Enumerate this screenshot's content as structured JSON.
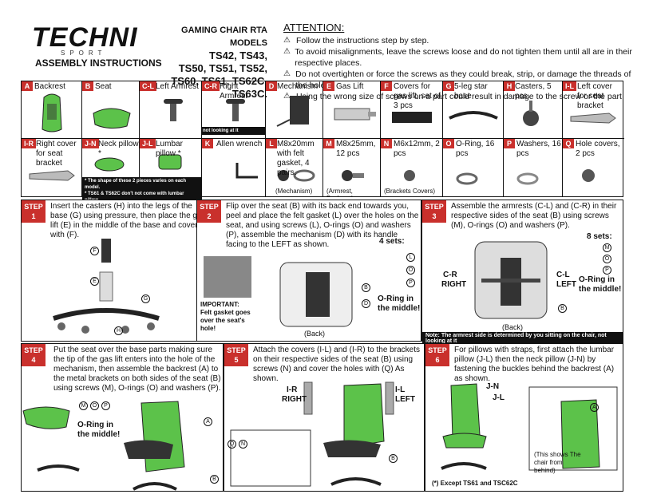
{
  "header": {
    "logo_main": "TECHNI",
    "logo_sub": "SPORT",
    "assembly": "ASSEMBLY INSTRUCTIONS",
    "models_label": "GAMING CHAIR RTA MODELS",
    "models_lines": [
      "TS42, TS43,",
      "TS50, TS51, TS52,",
      "TS60, TS61, TS62C, TS63C."
    ],
    "attention_title": "ATTENTION:",
    "attention_items": [
      "Follow the instructions step by step.",
      "To avoid misalignments, leave the screws loose and do not tighten them until all are in their respective places.",
      "Do not overtighten or force the screws as they could break, strip, or damage the threads of the holes.",
      "Using the wrong size of screws on a part could result in damage to the screw or the part."
    ]
  },
  "parts": {
    "row1": [
      {
        "tag": "A",
        "name": "Backrest"
      },
      {
        "tag": "B",
        "name": "Seat"
      },
      {
        "tag": "C-L",
        "name": "Left Armrest"
      },
      {
        "tag": "C-R",
        "name": "Right Armrest"
      },
      {
        "tag": "D",
        "name": "Mechanism"
      },
      {
        "tag": "E",
        "name": "Gas Lift"
      },
      {
        "tag": "F",
        "name": "Covers for gas lift, set of 3 pcs"
      },
      {
        "tag": "G",
        "name": "5-leg star base"
      },
      {
        "tag": "H",
        "name": "Casters, 5 pcs."
      },
      {
        "tag": "I-L",
        "name": "Left cover for seat bracket"
      }
    ],
    "armrest_note": "* When sitting on chair, not looking at it",
    "row2": [
      {
        "tag": "I-R",
        "name": "Right cover for seat bracket"
      },
      {
        "tag": "J-N",
        "name": "Neck pillow *"
      },
      {
        "tag": "J-L",
        "name": "Lumbar pillow *"
      },
      {
        "tag": "K",
        "name": "Allen wrench"
      },
      {
        "tag": "L",
        "name": "M8x20mm with felt gasket, 4 pairs.",
        "sub": "(Mechanism)"
      },
      {
        "tag": "M",
        "name": "M8x25mm, 12 pcs",
        "sub": "(Armrest, Backrest)"
      },
      {
        "tag": "N",
        "name": "M6x12mm, 2 pcs",
        "sub": "(Brackets Covers)"
      },
      {
        "tag": "O",
        "name": "O-Ring, 16 pcs"
      },
      {
        "tag": "P",
        "name": "Washers, 16 pcs"
      },
      {
        "tag": "Q",
        "name": "Hole covers, 2 pcs"
      }
    ],
    "pillow_note_1": "* The shape of these 2 pieces varies on each model.",
    "pillow_note_2": "* TS61 & TS62C don't not come with lumbar pillow."
  },
  "steps": {
    "s1": {
      "tag": "STEP 1",
      "text": "Insert the casters (H) into the legs of the base (G) using pressure, then place the gas lift (E) in the middle of the base and cover it with (F).",
      "labels": [
        "F",
        "E",
        "G",
        "H"
      ]
    },
    "s2": {
      "tag": "STEP 2",
      "text": "Flip over the seat (B) with its back end towards you, peel and place the felt gasket (L) over the holes on the seat, and using screws (L), O-rings (O) and washers (P), assemble the mechanism (D) with its handle facing to the LEFT as shown.",
      "sets": "4 sets:",
      "oring": "O-Ring in the middle!",
      "important": "IMPORTANT: Felt gasket goes over the seat's hole!",
      "back": "(Back)",
      "labels": [
        "L",
        "O",
        "P",
        "B",
        "D"
      ]
    },
    "s3": {
      "tag": "STEP 3",
      "text": "Assemble the armrests (C-L) and (C-R) in their respective sides of the seat (B) using screws (M), O-rings (O) and washers (P).",
      "sets": "8 sets:",
      "oring": "O-Ring in the middle!",
      "right": "RIGHT",
      "left": "LEFT",
      "cr": "C-R",
      "cl": "C-L",
      "back": "(Back)",
      "note": "Note: The armrest side is determined by you sitting on the chair, not looking at it",
      "labels": [
        "M",
        "O",
        "P",
        "B"
      ]
    },
    "s4": {
      "tag": "STEP 4",
      "text": "Put the seat over the base parts making sure the tip of the gas lift enters into the hole of the mechanism, then assemble the backrest (A) to the metal brackets on both sides of the seat (B) using screws (M), O-rings (O) and washers (P).",
      "oring": "O-Ring in the middle!",
      "labels": [
        "M",
        "O",
        "P",
        "A",
        "B"
      ]
    },
    "s5": {
      "tag": "STEP 5",
      "text": "Attach the covers (I-L) and (I-R) to the brackets on their respective sides of the seat (B) using screws (N) and cover the holes with (Q) As shown.",
      "right": "RIGHT",
      "left": "LEFT",
      "ir": "I-R",
      "il": "I-L",
      "labels": [
        "Q",
        "N",
        "B"
      ]
    },
    "s6": {
      "tag": "STEP 6",
      "text": "For pillows with straps, first attach the lumbar pillow (J-L) then the neck pillow (J-N) by fastening the buckles behind the backrest (A) as shown.",
      "jn": "J-N",
      "jl": "J-L",
      "shows": "(This shows The chair from behind)",
      "except": "(*) Except TS61 and TSC62C",
      "labels": [
        "A"
      ]
    }
  },
  "colors": {
    "accent": "#c9302c",
    "chair_green": "#5cc24a"
  }
}
